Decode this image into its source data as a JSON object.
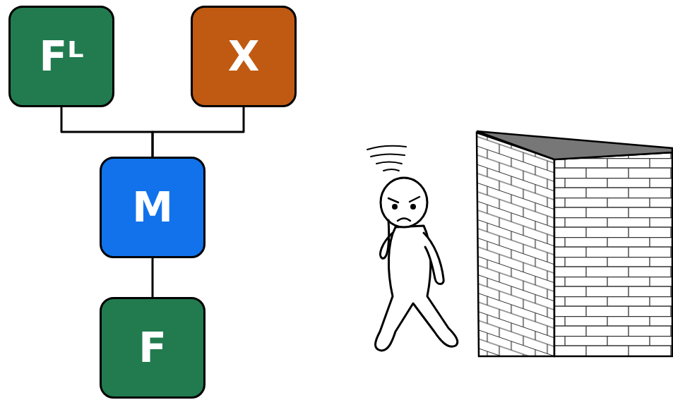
{
  "diagram": {
    "nodes": [
      {
        "text": [
          "Fᴸ"
        ]
      },
      {
        "text": [
          "X"
        ]
      },
      {
        "text": [
          "M"
        ]
      },
      {
        "text": [
          "F"
        ]
      }
    ],
    "edges": [
      {
        "from": 0,
        "to": 2,
        "arrow": "none"
      },
      {
        "from": 1,
        "to": 2,
        "arrow": "none"
      },
      {
        "from": 2,
        "to": 3,
        "arrow": "none"
      }
    ]
  }
}
